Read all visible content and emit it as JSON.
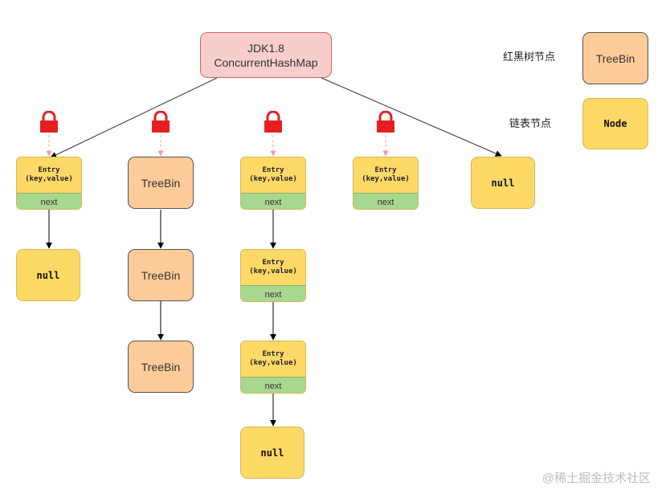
{
  "root": {
    "line1": "JDK1.8",
    "line2": "ConcurrentHashMap"
  },
  "legend": {
    "treebin_label": "红黑树节点",
    "treebin_box": "TreeBin",
    "node_label": "链表节点",
    "node_box": "Node"
  },
  "entry": {
    "line1": "Entry",
    "line2": "(key,value)",
    "next": "next"
  },
  "null_text": "null",
  "treebin_text": "TreeBin",
  "watermark": "@稀土掘金技术社区",
  "colors": {
    "root_fill": "#f8cecc",
    "treebin_fill": "#ffcc99",
    "node_fill": "#ffd966",
    "next_fill": "#a8d890",
    "lock_red": "#e51f1f",
    "lock_arrow": "#f19c99"
  },
  "icons": [
    "lock-icon"
  ]
}
